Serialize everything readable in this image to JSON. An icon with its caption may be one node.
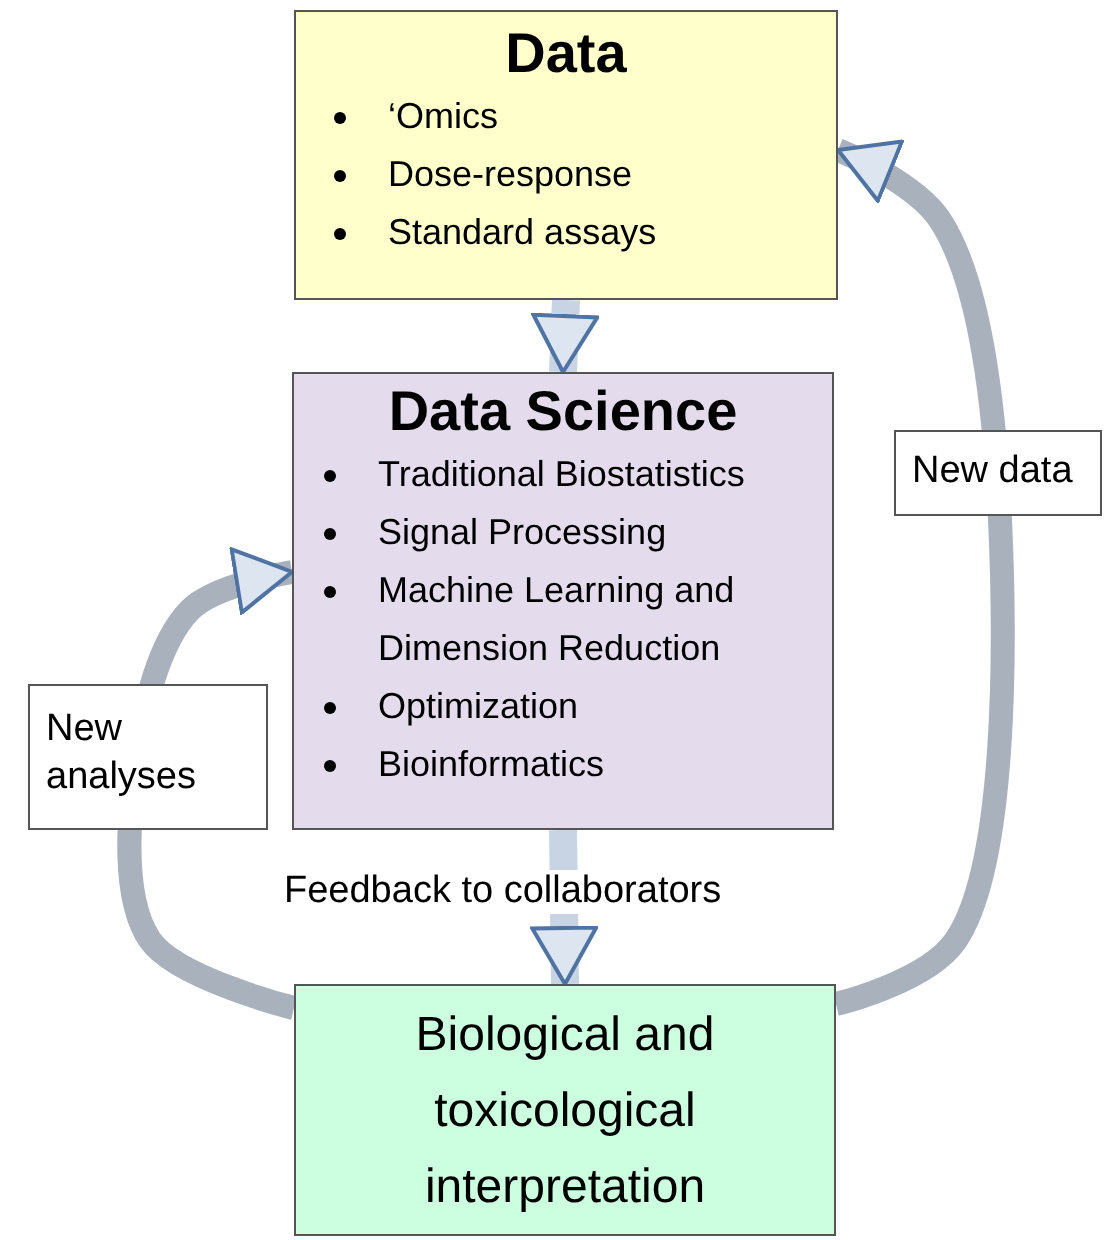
{
  "diagram": {
    "nodes": [
      {
        "text": [
          "Data",
          "‘Omics",
          "Dose-response",
          "Standard assays"
        ]
      },
      {
        "text": [
          "Data Science",
          "Traditional Biostatistics",
          "Signal Processing",
          "Machine Learning and Dimension Reduction",
          "Optimization",
          "Bioinformatics"
        ]
      },
      {
        "text": [
          "Biological and toxicological interpretation"
        ]
      }
    ],
    "edges": [
      {
        "from": 0,
        "to": 1,
        "arrow": "to"
      },
      {
        "from": 1,
        "to": 2,
        "arrow": "to",
        "label": "Feedback to collaborators"
      },
      {
        "from": 2,
        "to": 0,
        "arrow": "to",
        "label": "New data"
      },
      {
        "from": 2,
        "to": 1,
        "arrow": "to",
        "label": "New analyses"
      }
    ]
  }
}
